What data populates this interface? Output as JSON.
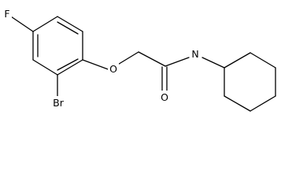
{
  "molecule": {
    "atoms": {
      "fluorine": "F",
      "bromine": "Br",
      "ether_oxygen": "O",
      "carbonyl_oxygen": "O",
      "amide_nitrogen": "N"
    }
  }
}
